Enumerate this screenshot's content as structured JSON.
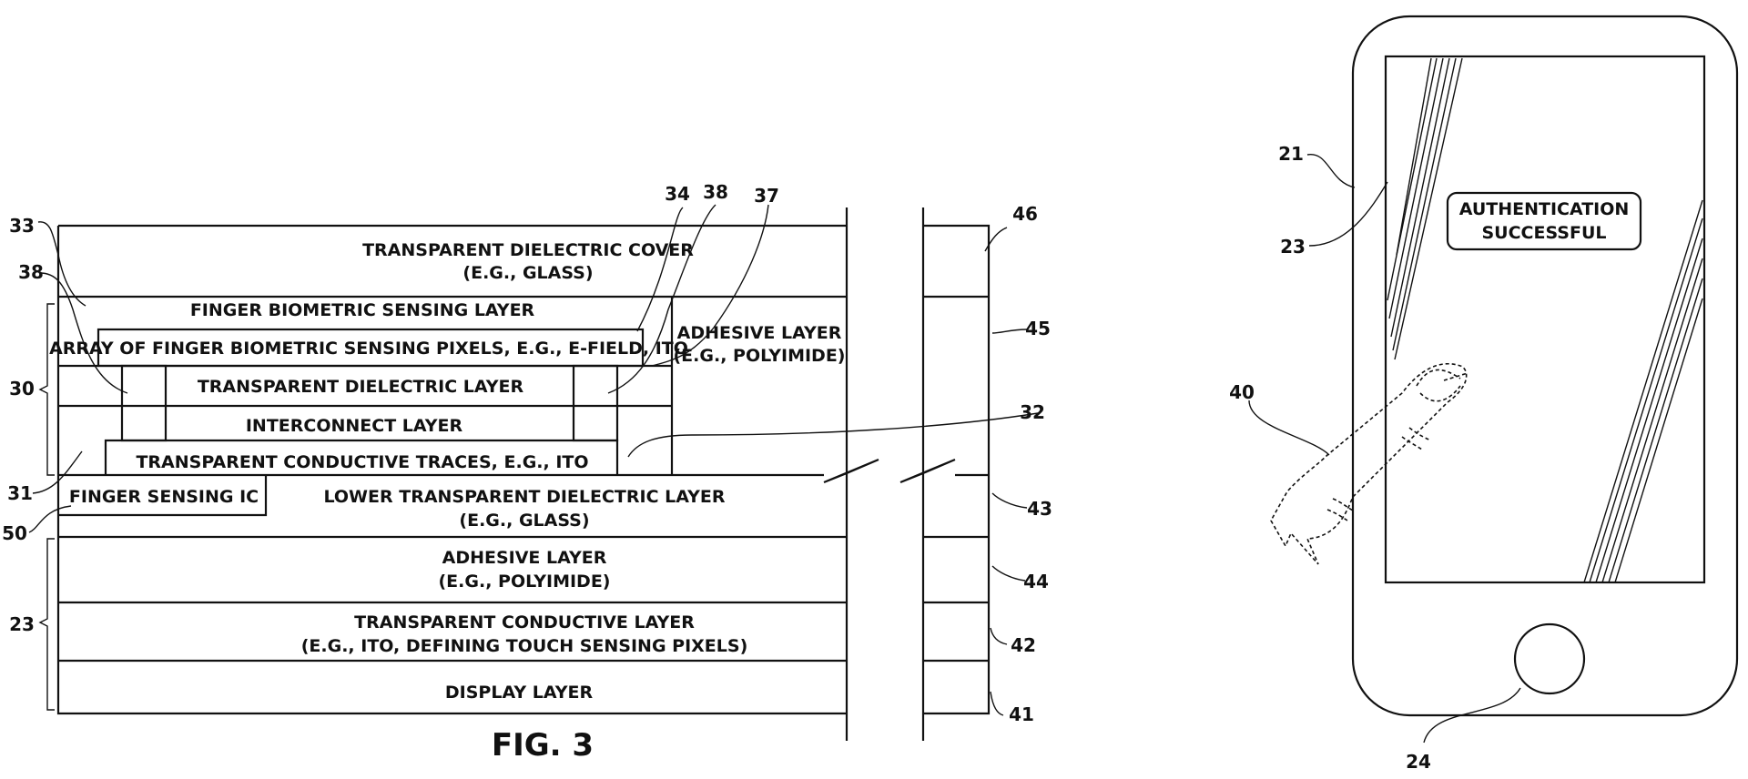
{
  "figure": {
    "caption": "FIG. 3"
  },
  "layers": {
    "cover": [
      "TRANSPARENT DIELECTRIC COVER",
      "(E.G., GLASS)"
    ],
    "biometric_layer": "FINGER BIOMETRIC SENSING LAYER",
    "pixels_array": "ARRAY OF FINGER BIOMETRIC SENSING PIXELS, E.G., E-FIELD, ITO",
    "dielectric": "TRANSPARENT DIELECTRIC LAYER",
    "interconnect": "INTERCONNECT LAYER",
    "traces": "TRANSPARENT CONDUCTIVE TRACES, E.G., ITO",
    "adhesive_upper": [
      "ADHESIVE LAYER",
      "(E.G., POLYIMIDE)"
    ],
    "sensing_ic": "FINGER SENSING IC",
    "lower_dielectric": [
      "LOWER TRANSPARENT DIELECTRIC LAYER",
      "(E.G., GLASS)"
    ],
    "adhesive_lower": [
      "ADHESIVE LAYER",
      "(E.G., POLYIMIDE)"
    ],
    "conductive": [
      "TRANSPARENT CONDUCTIVE LAYER",
      "(E.G., ITO, DEFINING TOUCH SENSING PIXELS)"
    ],
    "display": "DISPLAY LAYER"
  },
  "refs": {
    "r33": "33",
    "r38a": "38",
    "r30": "30",
    "r31": "31",
    "r50": "50",
    "r23a": "23",
    "r34": "34",
    "r38b": "38",
    "r37": "37",
    "r46": "46",
    "r45": "45",
    "r32": "32",
    "r43": "43",
    "r44": "44",
    "r42": "42",
    "r41": "41",
    "r21": "21",
    "r23b": "23",
    "r40": "40",
    "r24": "24"
  },
  "phone": {
    "screen_message": [
      "AUTHENTICATION",
      "SUCCESSFUL"
    ]
  }
}
